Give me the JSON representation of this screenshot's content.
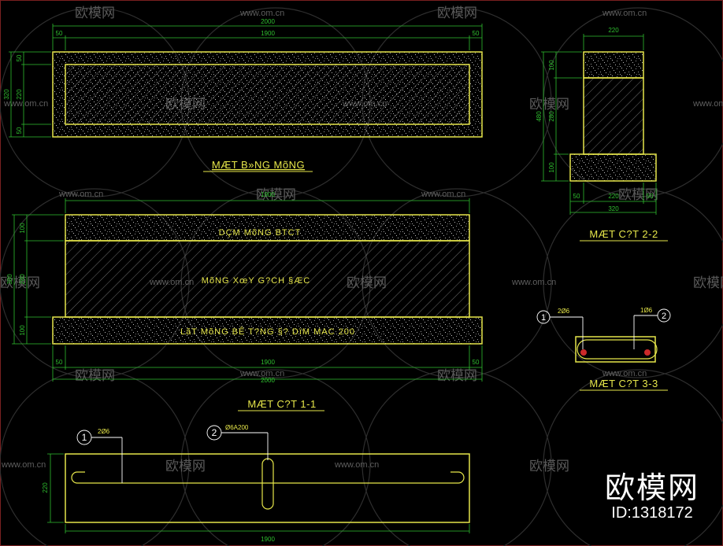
{
  "colors": {
    "background": "#000000",
    "outline": "#e6e64a",
    "dimension": "#2fbf2f",
    "title": "#e6e64a",
    "hatch": "#9a9a9a",
    "watermark": "#5a5a5a",
    "rebar_end": "#cc2a2a"
  },
  "watermark": {
    "url_text": "www.om.cn",
    "logo_text": "欧模网"
  },
  "corner_brand": {
    "name": "欧模网",
    "id": "ID:1318172"
  },
  "plan": {
    "title": "MÆT B»NG MõNG",
    "dim_total": "2000",
    "dim_left": "50",
    "dim_mid": "1900",
    "dim_right": "50",
    "vdim_total": "320",
    "vdim_top": "50",
    "vdim_mid": "220",
    "vdim_bot": "50"
  },
  "section11": {
    "title": "MÆT C?T 1-1",
    "label_beam": "DÇM MõNG BTCT",
    "label_wall": "MõNG XœY G?CH §ÆC",
    "label_base": "LãT MõNG BÊ T?NG §? DïM MAC 200",
    "dim_top": "1900",
    "vdim_top": "100",
    "vdim_total": "380",
    "vdim_mid": "280",
    "vdim_bot": "100",
    "dim_left": "50",
    "dim_mid": "1900",
    "dim_right": "50",
    "dim_total": "2000"
  },
  "section22": {
    "title": "MÆT C?T 2-2",
    "dim_top": "220",
    "vdim_top": "100",
    "vdim_total": "480",
    "vdim_mid": "280",
    "vdim_bot": "100",
    "dim_left": "50",
    "dim_mid": "220",
    "dim_right": "50",
    "dim_total": "320"
  },
  "section33": {
    "title": "MÆT C?T 3-3",
    "marker_1": "1",
    "marker_2": "2",
    "label_1": "2Ø6",
    "label_2": "1Ø6"
  },
  "rebar_detail": {
    "marker_1": "1",
    "marker_2": "2",
    "label_1": "2Ø6",
    "label_2": "Ø6A200",
    "vdim": "220",
    "dim_bottom": "1900"
  }
}
